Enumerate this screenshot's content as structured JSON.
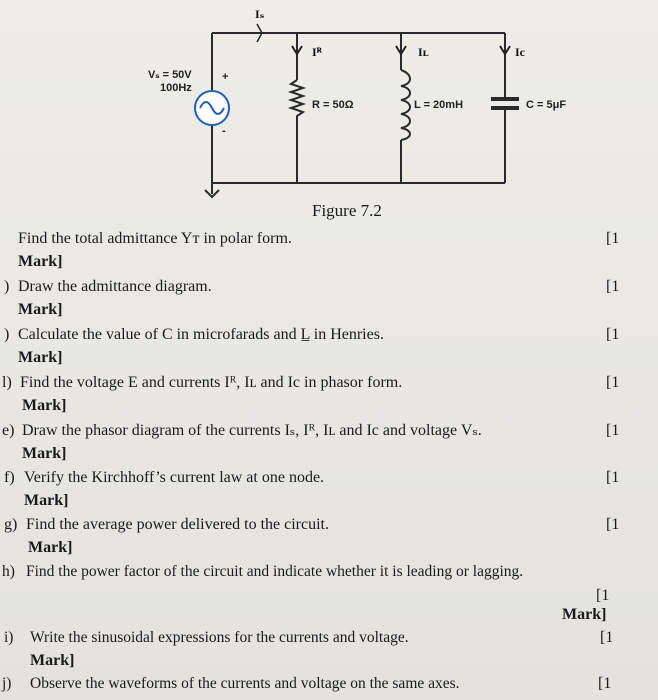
{
  "circuit": {
    "source_voltage": "Vₛ = 50V",
    "source_freq": "100Hz",
    "plus_sign": "+",
    "minus_sign": "-",
    "current_s": "Iₛ",
    "current_r": "Iᴿ",
    "current_l": "Iʟ",
    "current_c": "Ic",
    "resistor_label": "R = 50Ω",
    "inductor_label": "L = 20mH",
    "capacitor_label": "C = 5μF"
  },
  "figure_caption": "Figure 7.2",
  "mark_bracket": "[1",
  "mark_word": "Mark]",
  "questions": [
    {
      "prefix": "",
      "text": "Find the total admittance Yᴛ in polar form."
    },
    {
      "prefix": ")",
      "text": "Draw the admittance diagram."
    },
    {
      "prefix": ")",
      "text": "Calculate the value of C in microfarads and L̲ in Henries."
    },
    {
      "prefix": "l)",
      "text": "Find the voltage E and currents Iᴿ, Iʟ and Ic in phasor form."
    },
    {
      "prefix": "e)",
      "text": "Draw the phasor diagram of the currents Iₛ, Iᴿ, Iʟ and Ic and voltage Vₛ."
    },
    {
      "prefix": "f)",
      "text": "Verify the Kirchhoff’s current law at one node."
    },
    {
      "prefix": "g)",
      "text": "Find the average power delivered to the circuit."
    },
    {
      "prefix": "h)",
      "text": "Find the power factor of the circuit and indicate whether it is leading or lagging."
    },
    {
      "prefix": "i)",
      "text": "Write the sinusoidal expressions for the currents and voltage."
    },
    {
      "prefix": "j)",
      "text": "Observe the waveforms of the currents and voltage on the same axes."
    }
  ]
}
